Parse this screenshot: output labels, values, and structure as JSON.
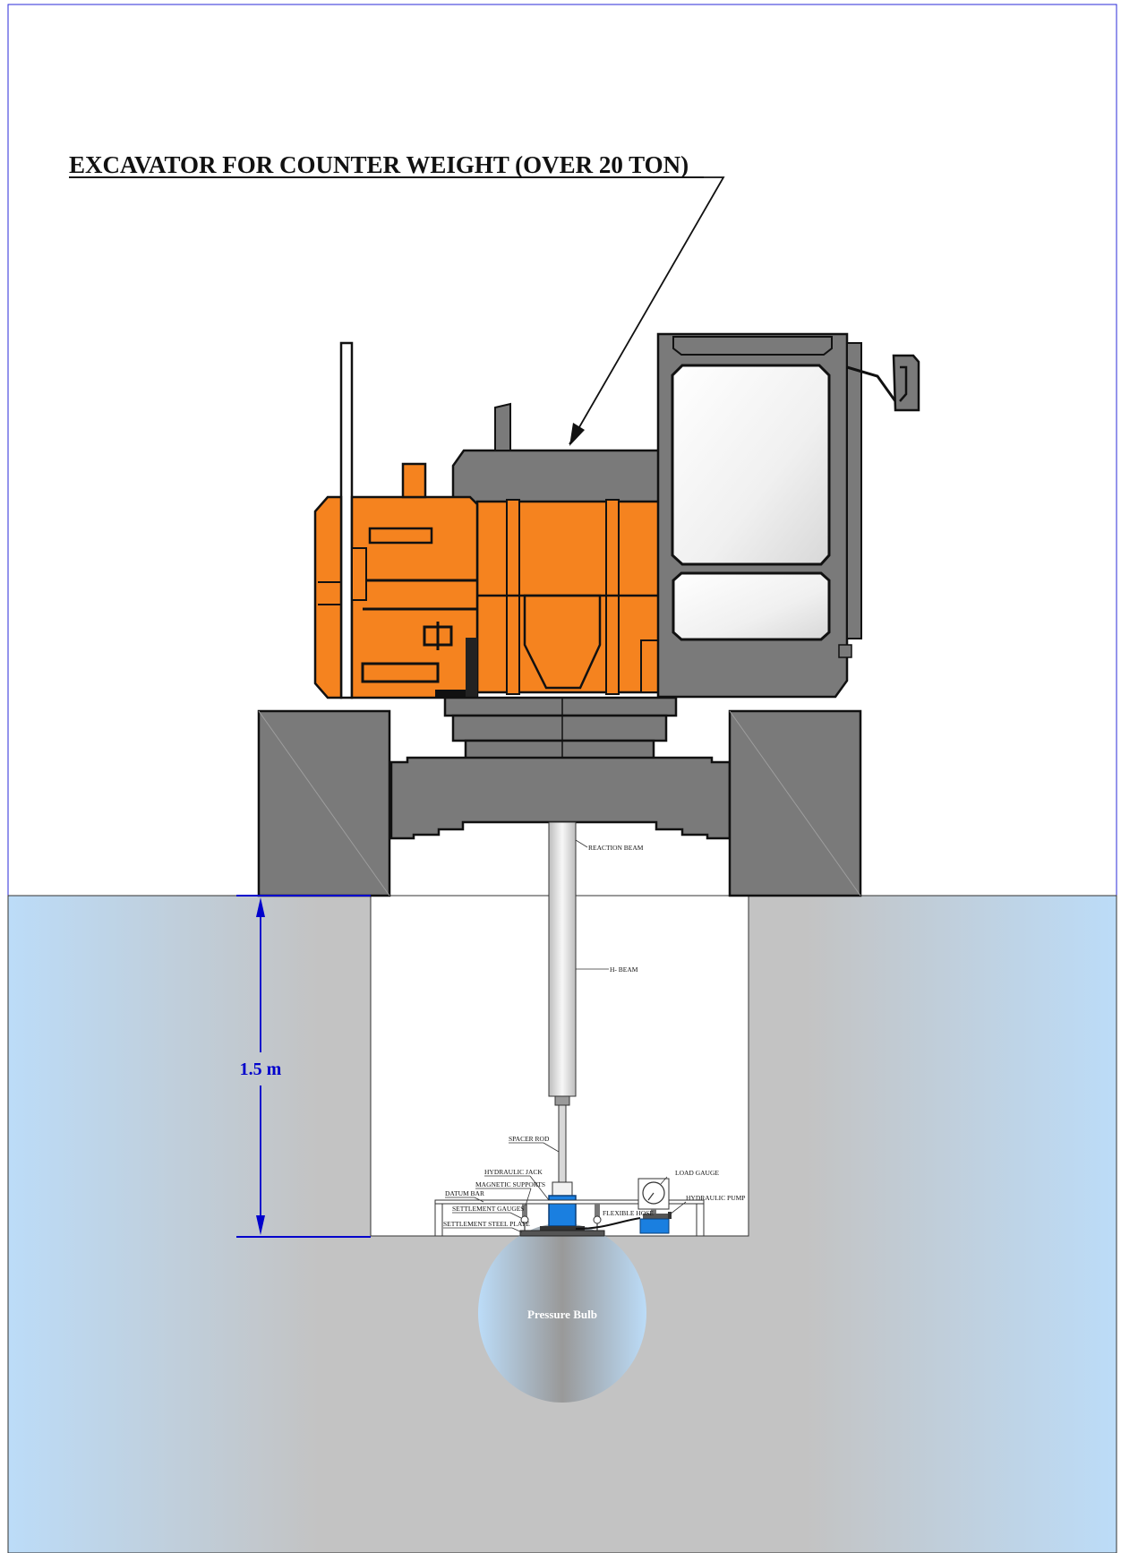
{
  "title": "EXCAVATOR FOR COUNTER WEIGHT (OVER 20 TON)",
  "labels": {
    "reaction_beam": "REACTION BEAM",
    "h_beam": "H- BEAM",
    "spacer_rod": "SPACER ROD",
    "hydraulic_jack": "HYDRAULIC JACK",
    "magnetic_supports": "MAGNETIC SUPPORTS",
    "datum_bar": "DATUM BAR",
    "settlement_gauges": "SETTLEMENT GAUGES",
    "settlement_steel_plate": "SETTLEMENT STEEL PLATE",
    "flexible_hose": "FLEXIBLE HOSE",
    "load_gauge": "LOAD GAUGE",
    "hydraulic_pump": "HYDRAULIC PUMP"
  },
  "dimension": {
    "depth_label": "1.5 m"
  },
  "pressure_bulb": "Pressure Bulb",
  "colors": {
    "body_orange": "#f5831f",
    "machine_gray": "#7a7a7a",
    "soil_gray": "#c0c0c0",
    "soil_blue": "#bcdcf8",
    "dimension_blue": "#0000cc",
    "jack_blue": "#1a7fe0"
  }
}
